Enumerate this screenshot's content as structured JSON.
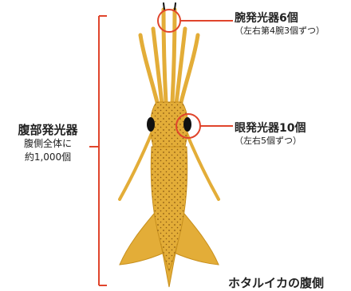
{
  "labels": {
    "arm": {
      "title": "腕発光器6個",
      "detail": "（左右第4腕3個ずつ）"
    },
    "eye": {
      "title": "眼発光器10個",
      "detail": "（左右5個ずつ）"
    },
    "belly": {
      "title": "腹部発光器",
      "line1": "腹側全体に",
      "line2": "約1,000個"
    }
  },
  "caption": "ホタルイカの腹側",
  "colors": {
    "body": "#e3ad38",
    "body_edge": "#c8901d",
    "spots": "#8a5a12",
    "accent": "#e0452c",
    "eye": "#111111"
  }
}
